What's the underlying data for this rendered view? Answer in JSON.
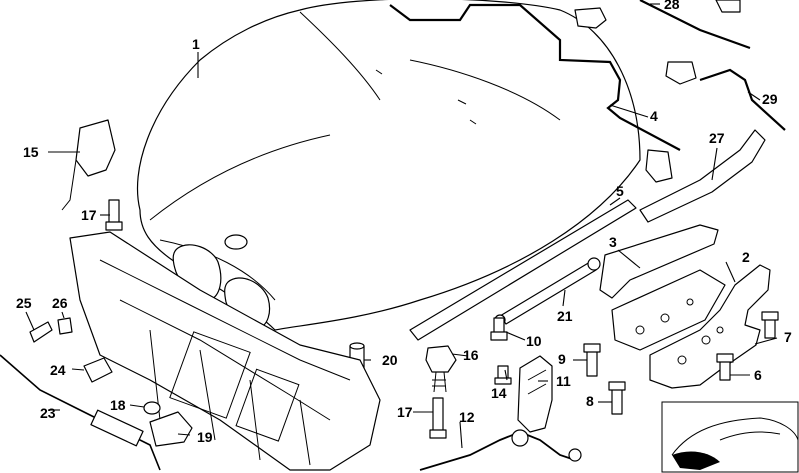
{
  "callouts": [
    {
      "id": "p1",
      "text": "1"
    },
    {
      "id": "p2",
      "text": "2"
    },
    {
      "id": "p3",
      "text": "3"
    },
    {
      "id": "p4",
      "text": "4"
    },
    {
      "id": "p5",
      "text": "5"
    },
    {
      "id": "p6",
      "text": "6"
    },
    {
      "id": "p7",
      "text": "7"
    },
    {
      "id": "p8",
      "text": "8"
    },
    {
      "id": "p9",
      "text": "9"
    },
    {
      "id": "p10",
      "text": "10"
    },
    {
      "id": "p11",
      "text": "11"
    },
    {
      "id": "p12",
      "text": "12"
    },
    {
      "id": "p14",
      "text": "14"
    },
    {
      "id": "p15",
      "text": "15"
    },
    {
      "id": "p16",
      "text": "16"
    },
    {
      "id": "p17a",
      "text": "17"
    },
    {
      "id": "p17b",
      "text": "17"
    },
    {
      "id": "p18",
      "text": "18"
    },
    {
      "id": "p19",
      "text": "19"
    },
    {
      "id": "p20",
      "text": "20"
    },
    {
      "id": "p21",
      "text": "21"
    },
    {
      "id": "p23",
      "text": "23"
    },
    {
      "id": "p24",
      "text": "24"
    },
    {
      "id": "p25",
      "text": "25"
    },
    {
      "id": "p26",
      "text": "26"
    },
    {
      "id": "p27",
      "text": "27"
    },
    {
      "id": "p28",
      "text": "28"
    },
    {
      "id": "p29",
      "text": "29"
    }
  ]
}
